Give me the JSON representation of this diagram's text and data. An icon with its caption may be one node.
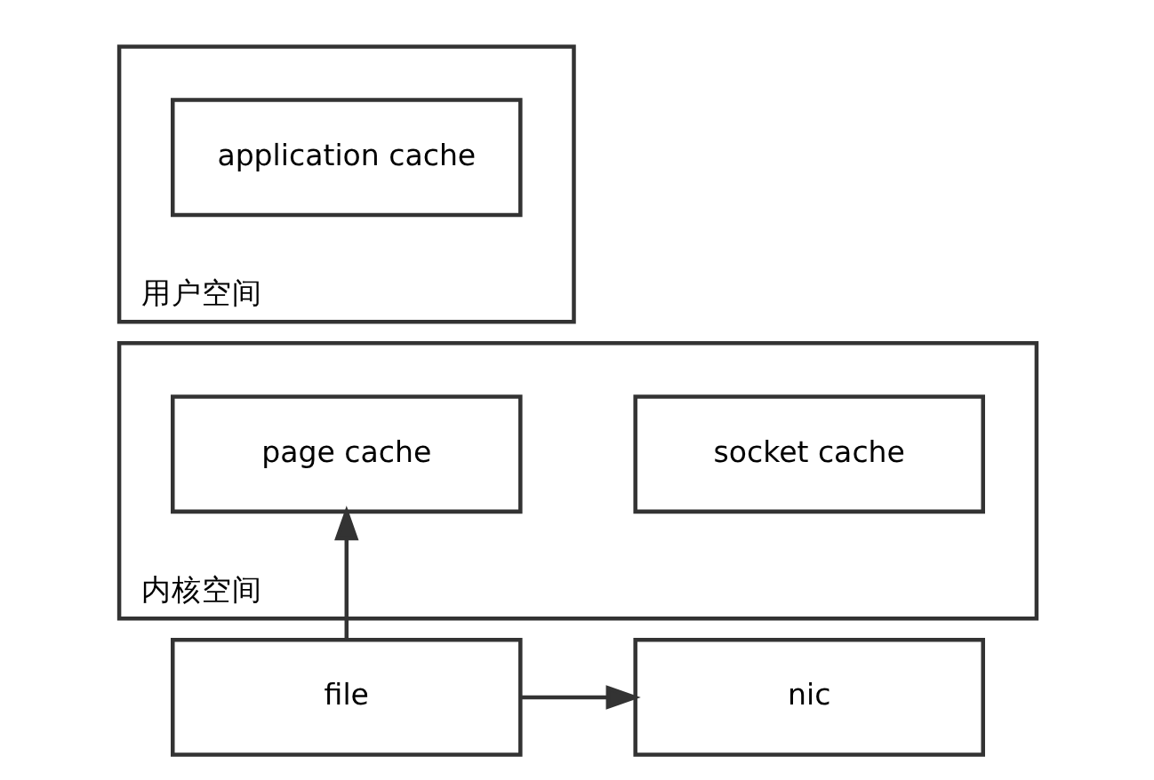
{
  "diagram": {
    "nodes": [
      {
        "text": [],
        "shape": "box",
        "beside": [
          "用户空间"
        ]
      },
      {
        "text": [
          "application cache"
        ],
        "in": 0
      },
      {
        "text": [],
        "shape": "box",
        "beside": [
          "内核空间"
        ]
      },
      {
        "text": [
          "page cache"
        ],
        "in": 2
      },
      {
        "text": [
          "socket cache"
        ],
        "in": 2
      },
      {
        "text": [
          "file"
        ]
      },
      {
        "text": [
          "nic"
        ]
      }
    ],
    "edges": [
      {
        "from": 5,
        "to": 3,
        "arrow": "to"
      },
      {
        "from": 5,
        "to": 6,
        "arrow": "to"
      }
    ]
  }
}
